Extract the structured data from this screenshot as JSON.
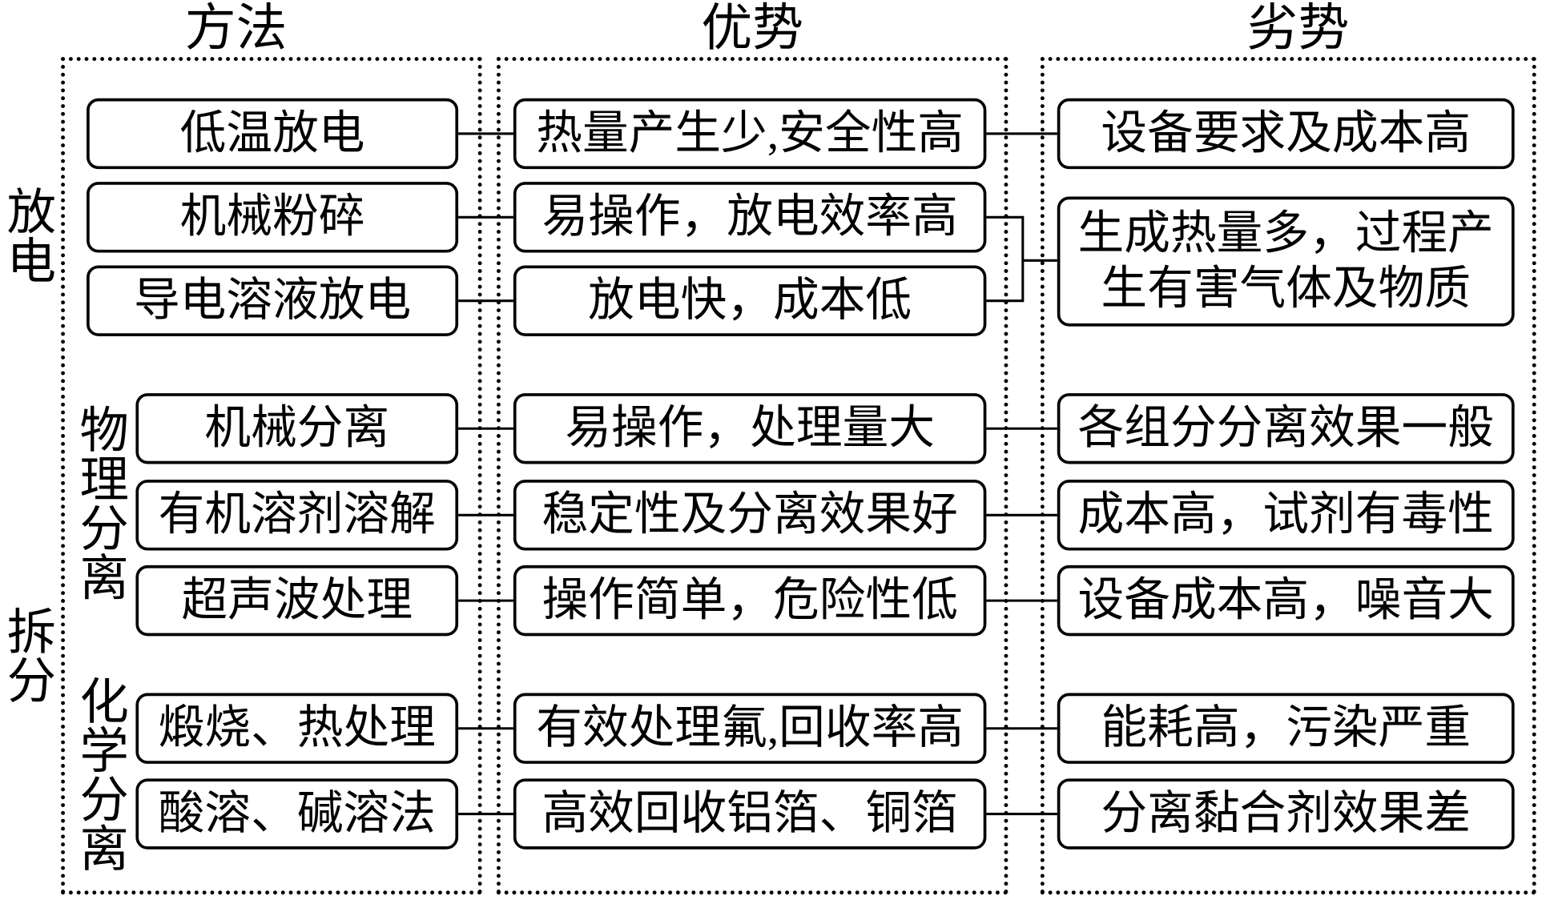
{
  "headers": {
    "method": "方法",
    "advantage": "优势",
    "disadvantage": "劣势"
  },
  "groups": {
    "discharge": "放电",
    "disassembly": "拆分",
    "physical": "物理分离",
    "chemical": "化学分离"
  },
  "methods": [
    "低温放电",
    "机械粉碎",
    "导电溶液放电",
    "机械分离",
    "有机溶剂溶解",
    "超声波处理",
    "煅烧、热处理",
    "酸溶、碱溶法"
  ],
  "advantages": [
    "热量产生少,安全性高",
    "易操作，放电效率高",
    "放电快，成本低",
    "易操作，处理量大",
    "稳定性及分离效果好",
    "操作简单，危险性低",
    "有效处理氟,回收率高",
    "高效回收铝箔、铜箔"
  ],
  "disadvantages": {
    "low_temp": "设备要求及成本高",
    "shared_discharge_lines": [
      "生成热量多，过程产",
      "生有害气体及物质"
    ],
    "mech_separation": "各组分分离效果一般",
    "organic_solvent": "成本高，试剂有毒性",
    "ultrasonic": "设备成本高，噪音大",
    "calcination": "能耗高，污染严重",
    "acid_alkali": "分离黏合剂效果差"
  }
}
